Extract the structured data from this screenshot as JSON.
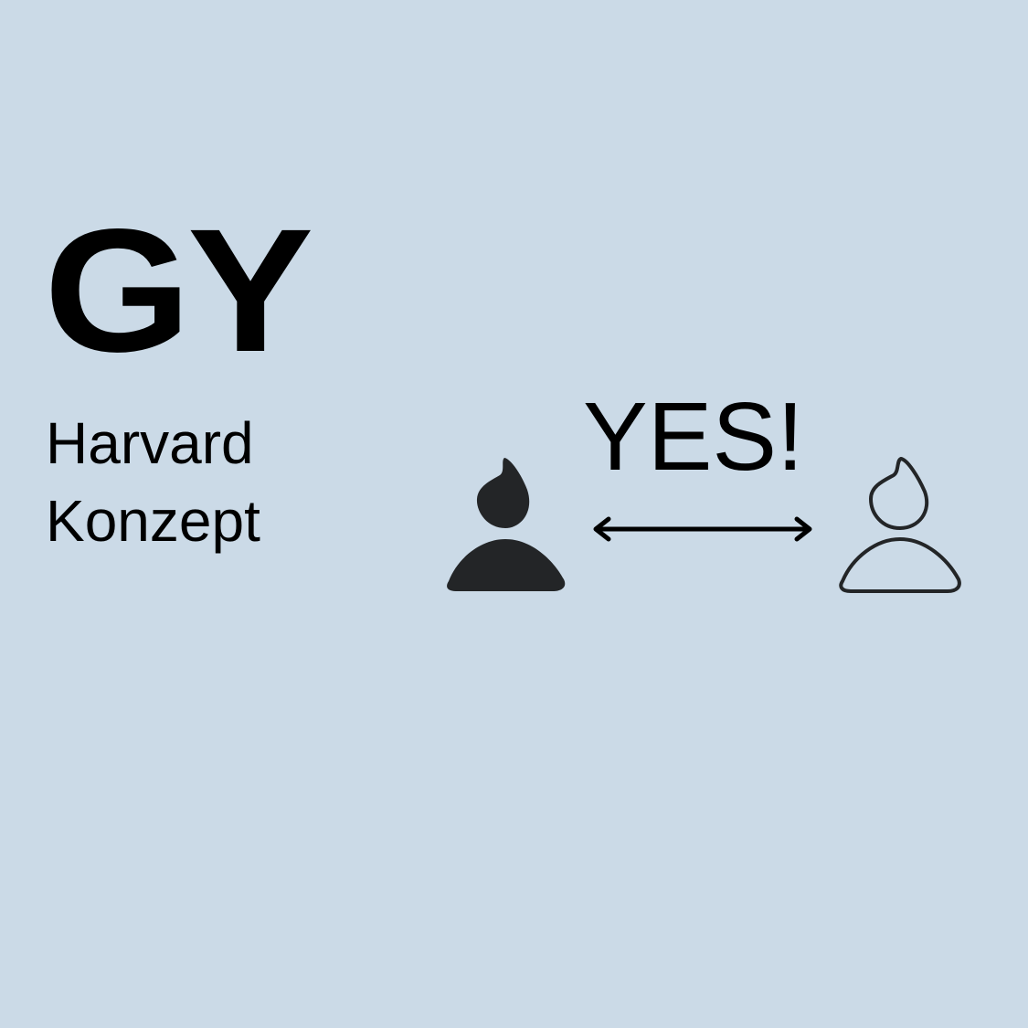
{
  "logo": {
    "text": "GY"
  },
  "subtitle": {
    "line1": "Harvard",
    "line2": "Konzept"
  },
  "diagram": {
    "label": "YES!",
    "icons": {
      "left": "filled-person-icon",
      "right": "outline-person-icon",
      "connector": "double-arrow-icon"
    }
  },
  "colors": {
    "background": "#cbdae7",
    "text": "#000000",
    "icon_fill": "#232527"
  }
}
